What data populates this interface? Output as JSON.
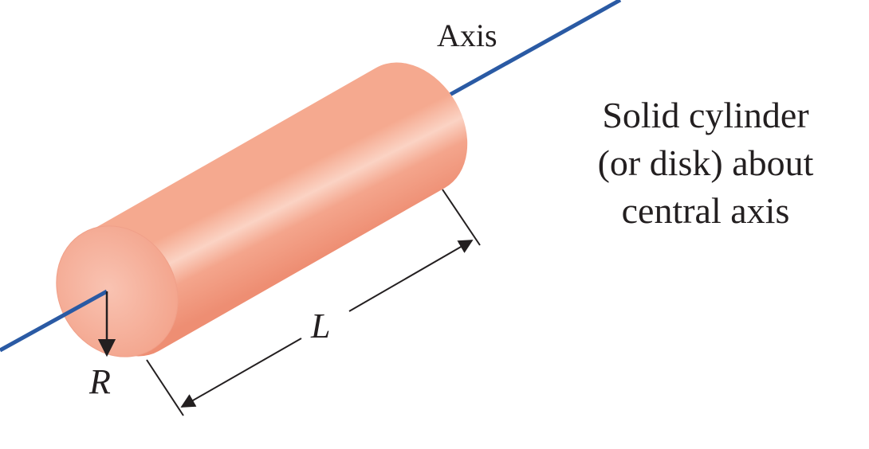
{
  "labels": {
    "axis": "Axis",
    "radius": "R",
    "length": "L"
  },
  "caption": {
    "line1": "Solid cylinder",
    "line2": "(or disk) about",
    "line3": "central axis"
  },
  "colors": {
    "axis_line": "#2a5aa4",
    "cylinder_body": "#f2a088",
    "cylinder_highlight": "#fbd6c8",
    "cylinder_end_cap": "#f6b29e",
    "dimension_lines": "#231f20",
    "text": "#231f20"
  }
}
